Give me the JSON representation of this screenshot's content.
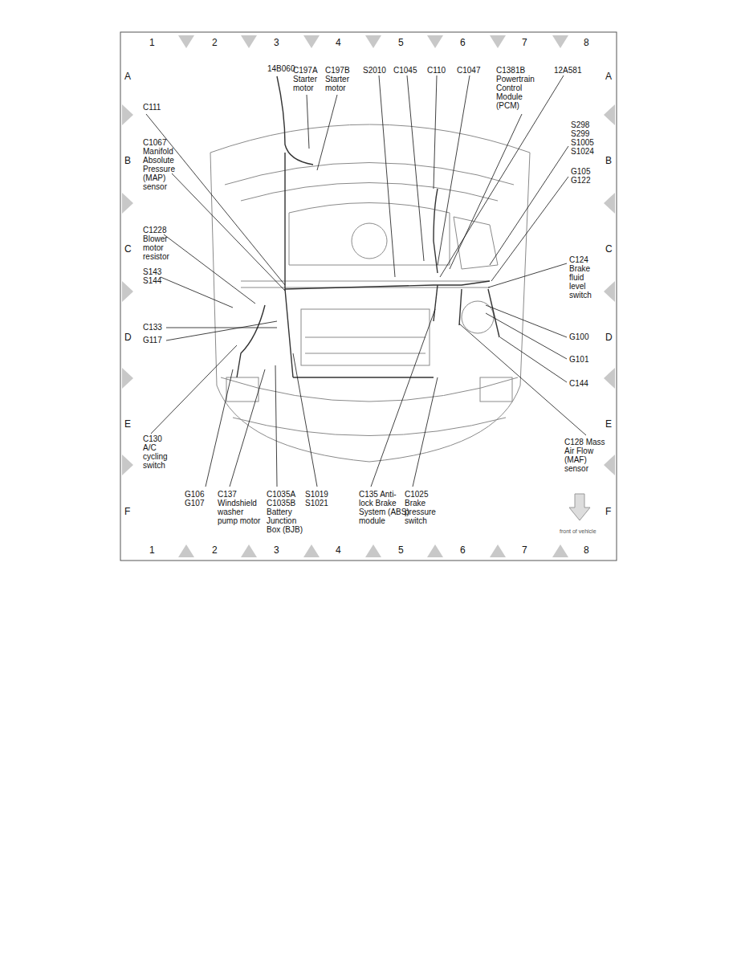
{
  "diagram": {
    "labels": [
      "1",
      "2",
      "3",
      "4",
      "5",
      "6",
      "7",
      "8",
      "1",
      "2",
      "3",
      "4",
      "5",
      "6",
      "7",
      "8",
      "A",
      "B",
      "C",
      "D",
      "E",
      "F",
      "A",
      "B",
      "C",
      "D",
      "E",
      "F",
      "14B060",
      "C197A Starter motor",
      "C197B Starter motor",
      "S2010",
      "C1045",
      "C110",
      "C1047",
      "C1381B Powertrain Control Module (PCM)",
      "12A581",
      "C111",
      "C1067 Manifold Absolute Pressure (MAP) sensor",
      "S298 S299 S1005 S1024",
      "G105 G122",
      "C1228 Blower motor resistor",
      "C124 Brake fluid level switch",
      "S143 S144",
      "C133",
      "G117",
      "G100",
      "G101",
      "C144",
      "C130 A/C cycling switch",
      "C128 Mass Air Flow (MAF) sensor",
      "G106 G107",
      "C137 Windshield washer pump motor",
      "C1035A C1035B Battery Junction Box (BJB)",
      "S1019 S1021",
      "C135 Anti-lock Brake System (ABS) module",
      "C1025 Brake pressure switch",
      "front of vehicle"
    ]
  }
}
